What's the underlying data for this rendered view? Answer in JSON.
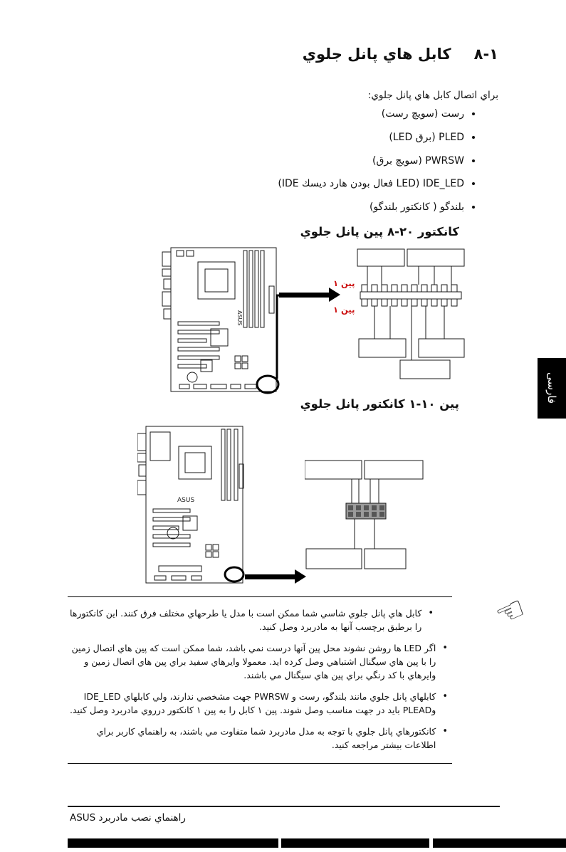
{
  "title": {
    "number": "١-٨",
    "text": "كابل هاي پانل جلوي"
  },
  "intro": "براي اتصال كابل هاي پانل جلوي:",
  "cable_list": [
    "رست (سويچ رست)",
    "PLED (برق LED)",
    "PWRSW (سويچ برق)",
    "IDE_LED (LED فعال بودن هارد ديسك IDE)",
    "بلندگو ( كانكتور بلندگو)"
  ],
  "sections": {
    "panel_20_8": {
      "heading": "كانكتور ٢٠-٨ پين پانل جلوي",
      "pin1_top": "پين ١",
      "pin1_bottom": "پين ١",
      "pin1_color": "#cc1111",
      "board_label": "ASUS"
    },
    "panel_10_1": {
      "heading": "پين ١٠-١ كانكتور پانل جلوي",
      "board_label": "ASUS"
    }
  },
  "notes": [
    "كابل هاي پانل جلوي شاسي شما ممكن است با مدل يا طرحهاي مختلف فرق كنند. اين كانكتورها را برطبق برچسب آنها به مادربرد وصل كنيد.",
    "اگر LED ها روشن نشوند محل پين آنها درست نمي باشد، شما ممكن است كه پين هاي اتصال زمين را با پين هاي سيگنال اشتباهي وصل كرده ايد. معمولا وايرهاي سفيد براي پين هاي اتصال زمين و وايرهاي با كد رنگي براي پين هاي سيگنال مي باشند.",
    "كابلهاي پانل جلوي مانند بلندگو، رست و PWRSW جهت مشخصي ندارند، ولي كابلهاي IDE_LED وPLEAD بايد در جهت مناسب وصل شوند. پين ١ كابل را به پين ١ كانكتور درروي مادربرد وصل كنيد.",
    "كانكتورهاي پانل جلوي با توجه به مدل مادربرد شما متفاوت مي باشند، به راهنماي كاربر براي اطلاعات بيشتر مراجعه كنيد."
  ],
  "icons": {
    "note_hand": "☜"
  },
  "side_tab": {
    "label": "فارسى",
    "bg": "#000000",
    "fg": "#ffffff"
  },
  "footer": {
    "text": "راهنماي نصب مادربرد ASUS"
  }
}
